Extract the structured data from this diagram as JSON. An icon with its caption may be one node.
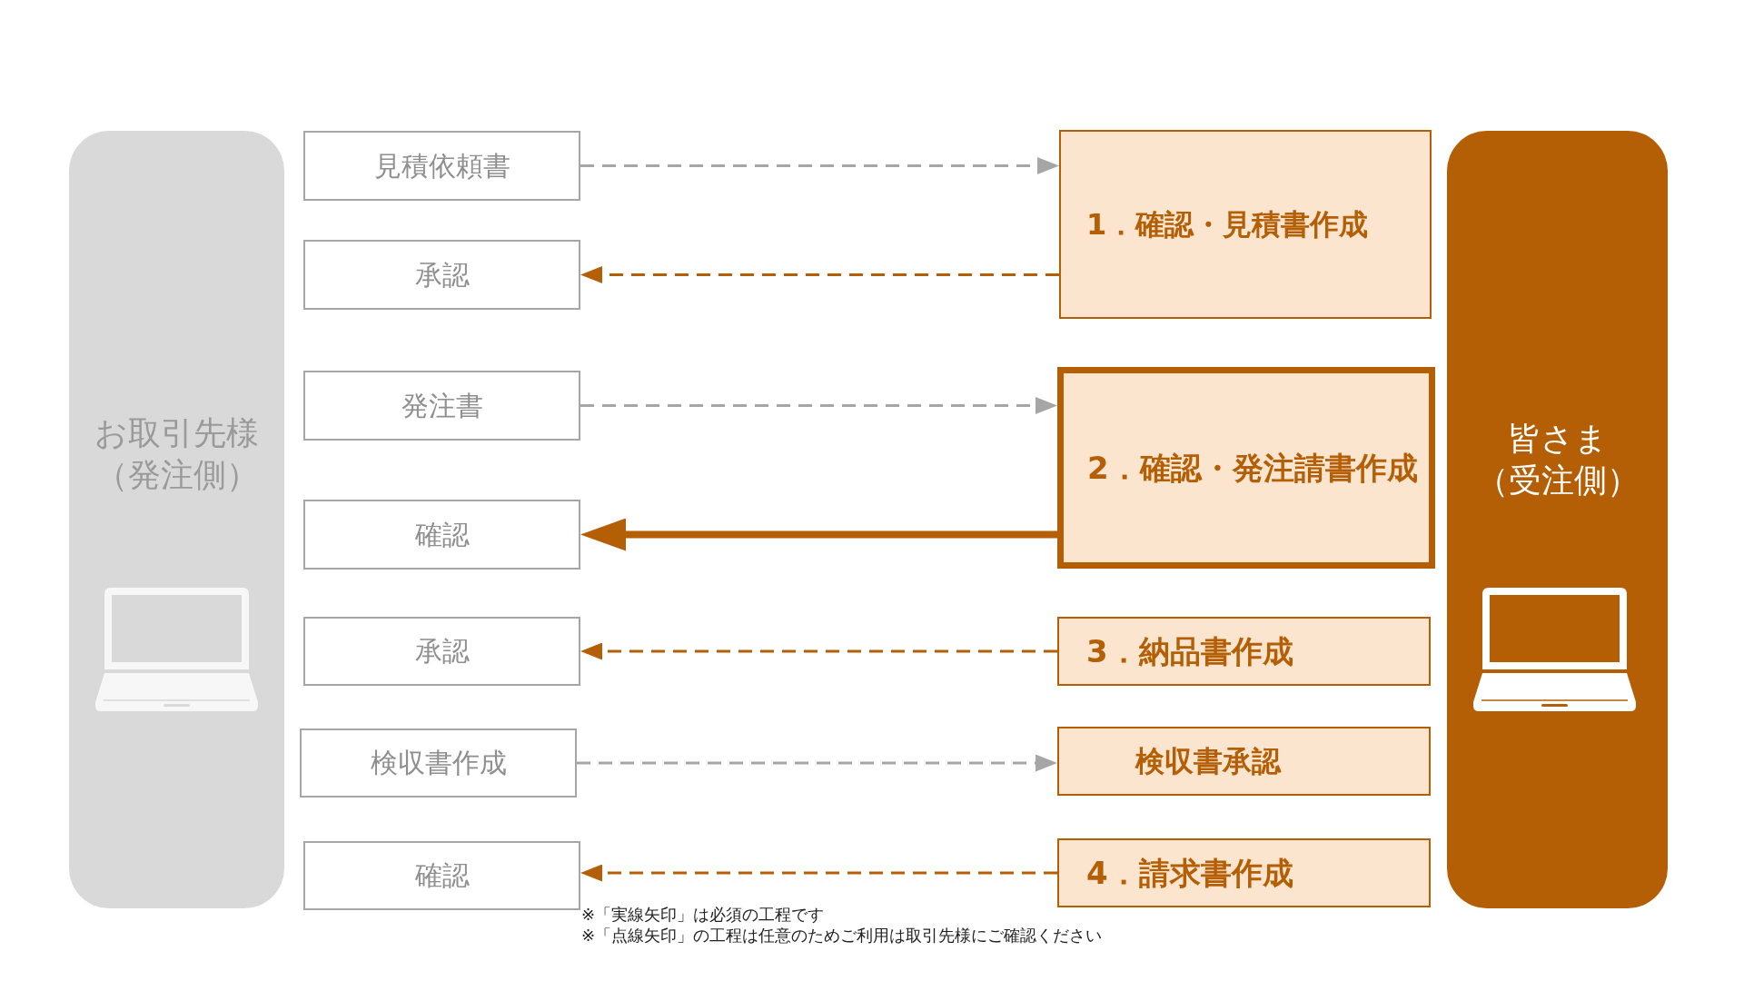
{
  "diagram": {
    "nodes": [
      {
        "text": [
          "お取引先様",
          "（発注側）"
        ]
      },
      {
        "text": [
          "見積依頼書"
        ]
      },
      {
        "text": [
          "1．確認・見積書作成"
        ]
      },
      {
        "text": [
          "承認"
        ]
      },
      {
        "text": [
          "発注書"
        ]
      },
      {
        "text": [
          "2．確認・発注請書作成"
        ]
      },
      {
        "text": [
          "確認"
        ]
      },
      {
        "text": [
          "承認"
        ]
      },
      {
        "text": [
          "3．納品書作成"
        ]
      },
      {
        "text": [
          "検収書作成"
        ]
      },
      {
        "text": [
          "検収書承認"
        ]
      },
      {
        "text": [
          "確認"
        ]
      },
      {
        "text": [
          "4．請求書作成"
        ]
      },
      {
        "text": [
          "皆さま",
          "（受注側）"
        ]
      }
    ],
    "edges": [
      {
        "from": 1,
        "to": 2,
        "arrow": "to",
        "style": "dashed",
        "color": "#a6a6a6"
      },
      {
        "from": 2,
        "to": 3,
        "arrow": "to",
        "style": "dashed"
      },
      {
        "from": 4,
        "to": 5,
        "arrow": "to",
        "style": "dashed",
        "color": "#a6a6a6"
      },
      {
        "from": 5,
        "to": 6,
        "arrow": "to",
        "style": "thick"
      },
      {
        "from": 8,
        "to": 7,
        "arrow": "to",
        "style": "dashed"
      },
      {
        "from": 9,
        "to": 10,
        "arrow": "to",
        "style": "dashed",
        "color": "#a6a6a6"
      },
      {
        "from": 12,
        "to": 11,
        "arrow": "to",
        "style": "dashed"
      }
    ],
    "labels": [
      "※「実線矢印」は必須の工程です",
      "※「点線矢印」の工程は任意のためご利用は取引先様にご確認ください"
    ]
  }
}
